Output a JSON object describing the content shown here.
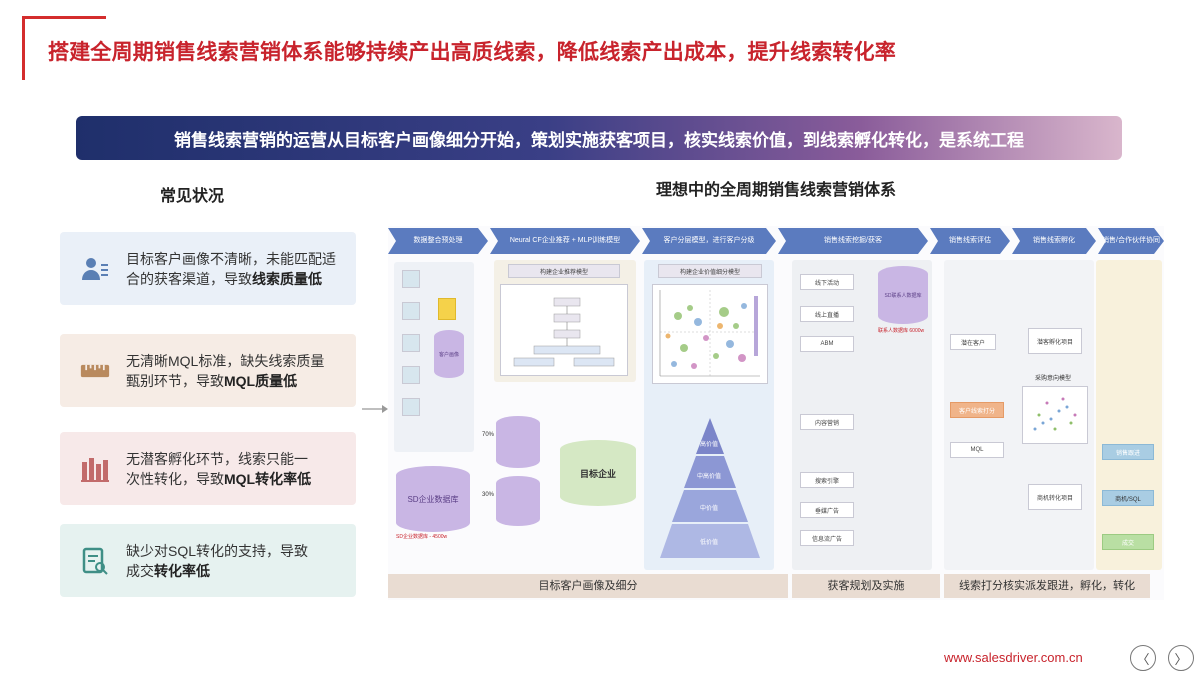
{
  "header": {
    "title": "搭建全周期销售线索营销体系能够持续产出高质线索，降低线索产出成本，提升线索转化率",
    "banner": "销售线索营销的运营从目标客户画像细分开始，策划实施获客项目，核实线索价值，到线索孵化转化，是系统工程"
  },
  "left": {
    "heading": "常见状况",
    "cards": [
      {
        "line1": "目标客户画像不清晰，未能匹配适",
        "line2a": "合的获客渠道，导致",
        "line2b": "线索质量低",
        "icon": "person-card-icon"
      },
      {
        "line1": "无清晰MQL标准，缺失线索质量",
        "line2a": "甄别环节，导致",
        "line2b": "MQL质量低",
        "icon": "ruler-icon"
      },
      {
        "line1": "无潜客孵化环节，线索只能一",
        "line2a": "次性转化，导致",
        "line2b": "MQL转化率低",
        "icon": "bar-chart-icon"
      },
      {
        "line1": "缺少对SQL转化的支持，导致",
        "line2a": "成交",
        "line2b": "转化率低",
        "icon": "document-search-icon"
      }
    ]
  },
  "right": {
    "heading": "理想中的全周期销售线索营销体系",
    "stages": [
      "数据整合预处理",
      "Neural CF企业推荐 + MLP训练模型",
      "客户分层模型，进行客户分级",
      "销售线索挖掘/获客",
      "销售线索评估",
      "销售线索孵化",
      "销售/合作伙伴协同"
    ],
    "bottom_tags": [
      "目标客户画像及细分",
      "获客规划及实施",
      "线索打分核实派发跟进，孵化，转化"
    ],
    "panels": {
      "model_recommend": "构建企业推荐模型",
      "model_value": "构建企业价值细分模型",
      "target_company": "目标企业",
      "sd_db": "SD企业数据库",
      "sd_db_note": "SD企业数据库 - 4500w",
      "contact_db": "SD联系人数据库",
      "contact_note": "联系人数据库 6000w",
      "customer_profile": "客户画像",
      "pct_70": "70%",
      "pct_30": "30%",
      "nurture": "潜客孵化项目",
      "existing": "潜在客户",
      "score": "客户线索打分",
      "mql": "MQL",
      "purchase_model": "采购意向模型",
      "opp_nurture": "商机转化项目",
      "sales_follow": "销售跟进",
      "opp_sql": "商机/SQL",
      "deal": "成交"
    },
    "channels": [
      "线下活动",
      "线上直播",
      "ABM",
      "内容营销",
      "搜索引擎",
      "垂媒广告",
      "信息流广告"
    ],
    "pyramid": [
      "高价值",
      "中高价值",
      "中价值",
      "低价值"
    ]
  },
  "footer": {
    "url": "www.salesdriver.com.cn",
    "prev": "〈",
    "next": "〉"
  }
}
